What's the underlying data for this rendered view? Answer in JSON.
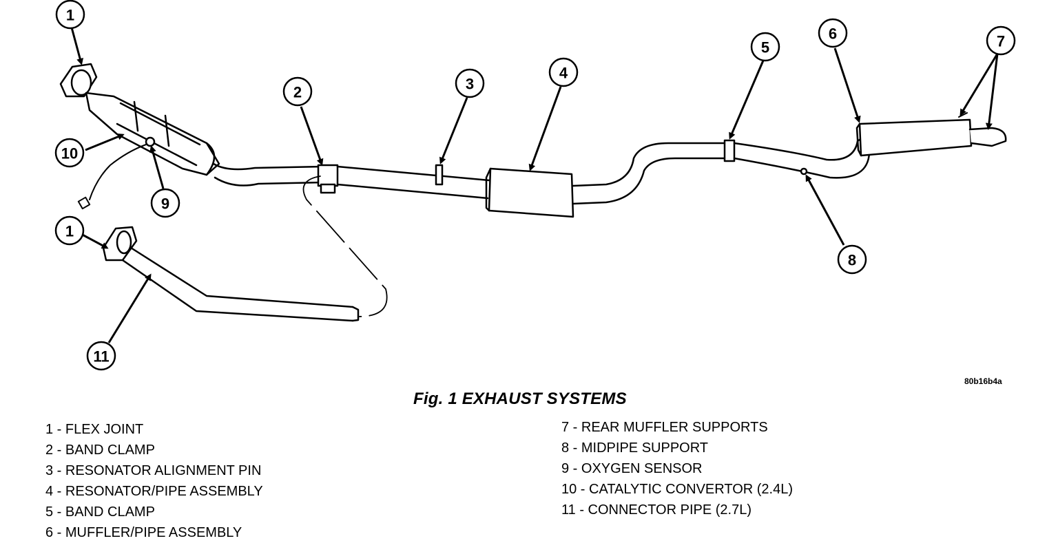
{
  "figure": {
    "caption": "Fig. 1 EXHAUST SYSTEMS",
    "ref_code": "80b16b4a"
  },
  "callouts": [
    "1",
    "2",
    "3",
    "4",
    "5",
    "6",
    "7",
    "8",
    "9",
    "10",
    "1",
    "11"
  ],
  "legend": {
    "left": [
      "1 - FLEX JOINT",
      "2 - BAND CLAMP",
      "3 - RESONATOR ALIGNMENT PIN",
      "4 - RESONATOR/PIPE ASSEMBLY",
      "5 - BAND CLAMP",
      "6 - MUFFLER/PIPE ASSEMBLY"
    ],
    "right": [
      "7 - REAR MUFFLER SUPPORTS",
      "8 - MIDPIPE SUPPORT",
      "9 - OXYGEN SENSOR",
      "10 - CATALYTIC CONVERTOR (2.4L)",
      "11 - CONNECTOR PIPE (2.7L)"
    ]
  }
}
